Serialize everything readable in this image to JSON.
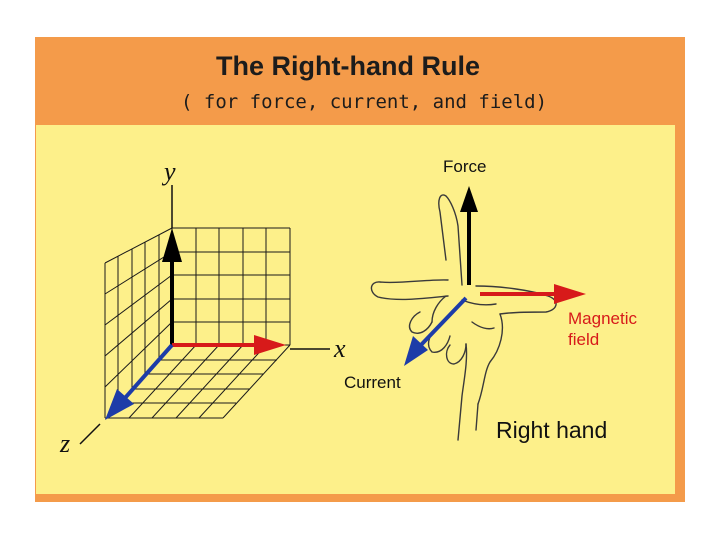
{
  "header": {
    "title": "The Right-hand Rule",
    "subtitle": "( for force, current, and field)"
  },
  "axes": {
    "x_label": "x",
    "y_label": "y",
    "z_label": "z"
  },
  "hand": {
    "force_label": "Force",
    "field_label_line1": "Magnetic",
    "field_label_line2": "field",
    "current_label": "Current",
    "caption": "Right hand"
  },
  "colors": {
    "frame": "#f49b4a",
    "panel": "#fdf08a",
    "red_arrow": "#d71a1a",
    "blue_arrow": "#1d3ca8",
    "black_arrow": "#000000"
  }
}
